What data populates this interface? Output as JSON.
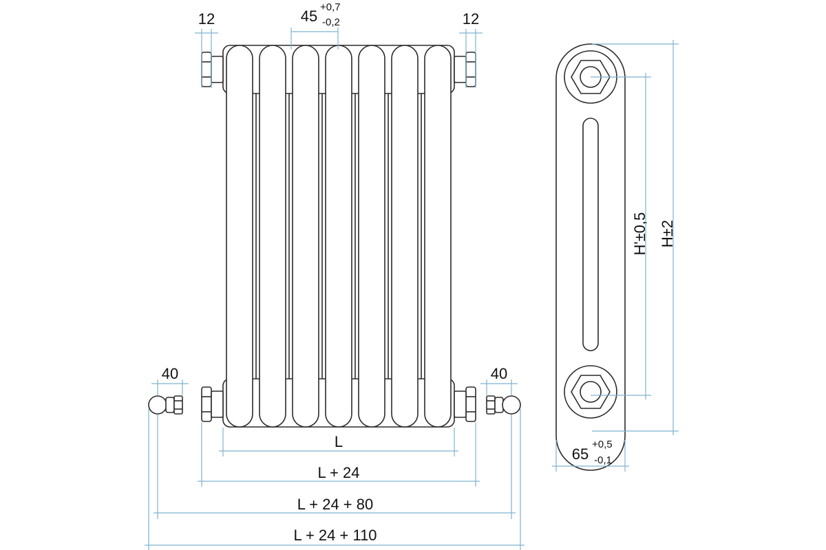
{
  "colors": {
    "outline": "#2a2a2a",
    "dimension": "#7fb2cf",
    "text": "#111111",
    "background": "#ffffff"
  },
  "front_view": {
    "section_count": 7
  },
  "labels": {
    "nipple_left": "12",
    "nipple_right": "12",
    "pitch_base": "45",
    "pitch_plus": "+0,7",
    "pitch_minus": "-0,2",
    "valve_left": "40",
    "valve_right": "40",
    "dim_L": "L",
    "dim_L24": "L + 24",
    "dim_L2480": "L + 24 + 80",
    "dim_L24110": "L + 24 + 110",
    "depth_base": "65",
    "depth_plus": "+0,5",
    "depth_minus": "-0,1",
    "h_axis": "H'±0,5",
    "h_total": "H±2"
  }
}
